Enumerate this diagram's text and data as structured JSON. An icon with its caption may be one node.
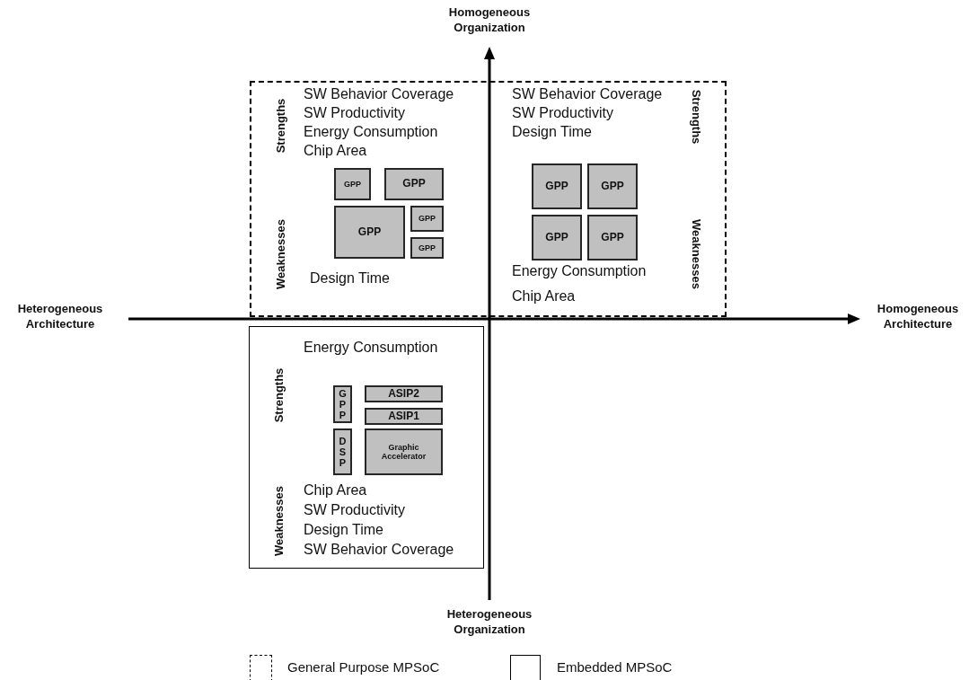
{
  "diagram": {
    "nodes": [
      {
        "text": [],
        "shape": "box"
      },
      {
        "text": [],
        "shape": "box"
      },
      {
        "text": [
          "GPP"
        ],
        "in": 0
      },
      {
        "text": [
          "GPP"
        ],
        "in": 0
      },
      {
        "text": [
          "GPP"
        ],
        "in": 0
      },
      {
        "text": [
          "GPP"
        ],
        "in": 0
      },
      {
        "text": [
          "GPP"
        ],
        "in": 0
      },
      {
        "text": [
          "GPP"
        ],
        "in": 0
      },
      {
        "text": [
          "GPP"
        ],
        "in": 0
      },
      {
        "text": [
          "GPP"
        ],
        "in": 0
      },
      {
        "text": [
          "GPP"
        ],
        "in": 0
      },
      {
        "text": [
          "GPP"
        ],
        "in": 1
      },
      {
        "text": [
          "ASIP2"
        ],
        "in": 1
      },
      {
        "text": [
          "ASIP1"
        ],
        "in": 1
      },
      {
        "text": [
          "DSP"
        ],
        "in": 1
      },
      {
        "text": [
          "Graphic Accelerator"
        ],
        "in": 1
      }
    ],
    "labels": [
      "Homogeneous Organization",
      "Strengths",
      "SW Behavior Coverage",
      "SW Productivity",
      "Energy Consumption",
      "Chip Area",
      "SW Behavior Coverage",
      "SW Productivity",
      "Design Time",
      "Strengths",
      "Weaknesses",
      "Design Time",
      "Weaknesses",
      "Energy Consumption",
      "Chip Area",
      "Heterogeneous Architecture",
      "Homogeneous Architecture",
      "Strengths",
      "Energy Consumption",
      "Weaknesses",
      "Chip Area",
      "SW Productivity",
      "Design Time",
      "SW Behavior Coverage",
      "Heterogeneous Organization"
    ],
    "legend": [
      {
        "text": "General Purpose MPSoC"
      },
      {
        "text": "Embedded MPSoC"
      }
    ]
  }
}
